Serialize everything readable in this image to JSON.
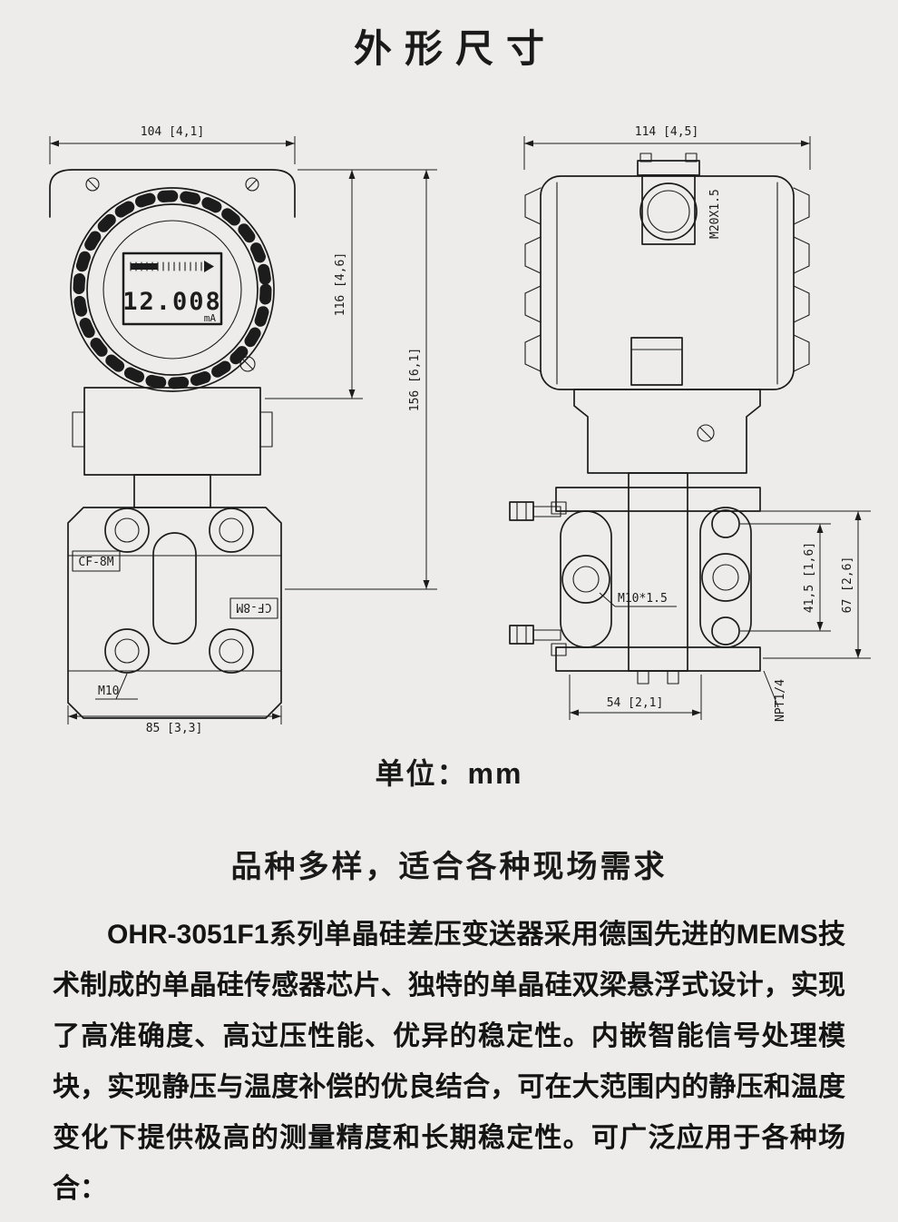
{
  "colors": {
    "background": "#edecea",
    "ink": "#1c1c1c"
  },
  "page": {
    "title": "外形尺寸",
    "unit_label": "单位：mm",
    "section_heading": "品种多样，适合各种现场需求",
    "paragraph": "OHR-3051F1系列单晶硅差压变送器采用德国先进的MEMS技术制成的单晶硅传感器芯片、独特的单晶硅双梁悬浮式设计，实现了高准确度、高过压性能、优异的稳定性。内嵌智能信号处理模块，实现静压与温度补偿的优良结合，可在大范围内的静压和温度变化下提供极高的测量精度和长期稳定性。可广泛应用于各种场合："
  },
  "front_view": {
    "dim_width_top": "104 [4,1]",
    "dim_height_display": "116 [4,6]",
    "dim_height_overall": "156 [6,1]",
    "dim_width_flange": "85 [3,3]",
    "bolt_thread": "M10",
    "flange_material": "CF-8M",
    "display_value": "12.008",
    "display_unit": "mA"
  },
  "side_view": {
    "dim_width_top": "114 [4,5]",
    "conduit_thread": "M20X1.5",
    "bolt_thread": "M10*1.5",
    "dim_bolt_spacing": "41,5 [1,6]",
    "dim_flange_height": "67 [2,6]",
    "dim_port_spacing": "54 [2,1]",
    "vent_thread": "NPT1/4"
  }
}
